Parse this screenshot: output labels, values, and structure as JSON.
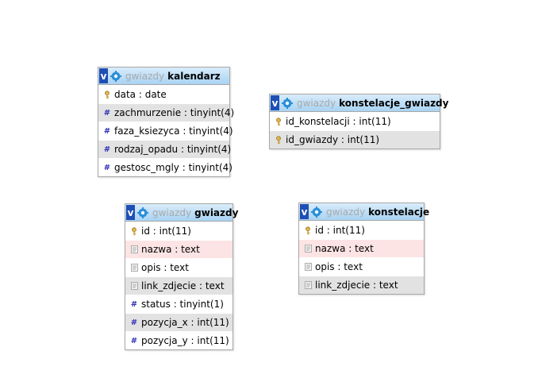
{
  "tables": {
    "kalendarz": {
      "db": "gwiazdy",
      "name": "kalendarz",
      "columns": [
        {
          "label": "data : date",
          "icon": "key-icon"
        },
        {
          "label": "zachmurzenie : tinyint(4)",
          "icon": "hash-icon"
        },
        {
          "label": "faza_ksiezyca : tinyint(4)",
          "icon": "hash-icon"
        },
        {
          "label": "rodzaj_opadu : tinyint(4)",
          "icon": "hash-icon"
        },
        {
          "label": "gestosc_mgly : tinyint(4)",
          "icon": "hash-icon"
        }
      ]
    },
    "konstelacje_gwiazdy": {
      "db": "gwiazdy",
      "name": "konstelacje_gwiazdy",
      "columns": [
        {
          "label": "id_konstelacji : int(11)",
          "icon": "key-icon"
        },
        {
          "label": "id_gwiazdy : int(11)",
          "icon": "key-icon"
        }
      ]
    },
    "gwiazdy": {
      "db": "gwiazdy",
      "name": "gwiazdy",
      "columns": [
        {
          "label": "id : int(11)",
          "icon": "key-icon"
        },
        {
          "label": "nazwa : text",
          "icon": "text-icon"
        },
        {
          "label": "opis : text",
          "icon": "text-icon"
        },
        {
          "label": "link_zdjecie : text",
          "icon": "text-icon"
        },
        {
          "label": "status : tinyint(1)",
          "icon": "hash-icon"
        },
        {
          "label": "pozycja_x : int(11)",
          "icon": "hash-icon"
        },
        {
          "label": "pozycja_y : int(11)",
          "icon": "hash-icon"
        }
      ]
    },
    "konstelacje": {
      "db": "gwiazdy",
      "name": "konstelacje",
      "columns": [
        {
          "label": "id : int(11)",
          "icon": "key-icon"
        },
        {
          "label": "nazwa : text",
          "icon": "text-icon"
        },
        {
          "label": "opis : text",
          "icon": "text-icon"
        },
        {
          "label": "link_zdjecie : text",
          "icon": "text-icon"
        }
      ]
    }
  },
  "toggle_glyph": "v",
  "colors": {
    "header_top": "#d9ecfa",
    "header_bottom": "#a8d3f3",
    "toggle": "#1f4fb4",
    "alt_row": "#e2e2e2",
    "text_row_highlight": "#fde4e4",
    "db_name": "#a9a9a9",
    "hash": "#2d2db4"
  }
}
